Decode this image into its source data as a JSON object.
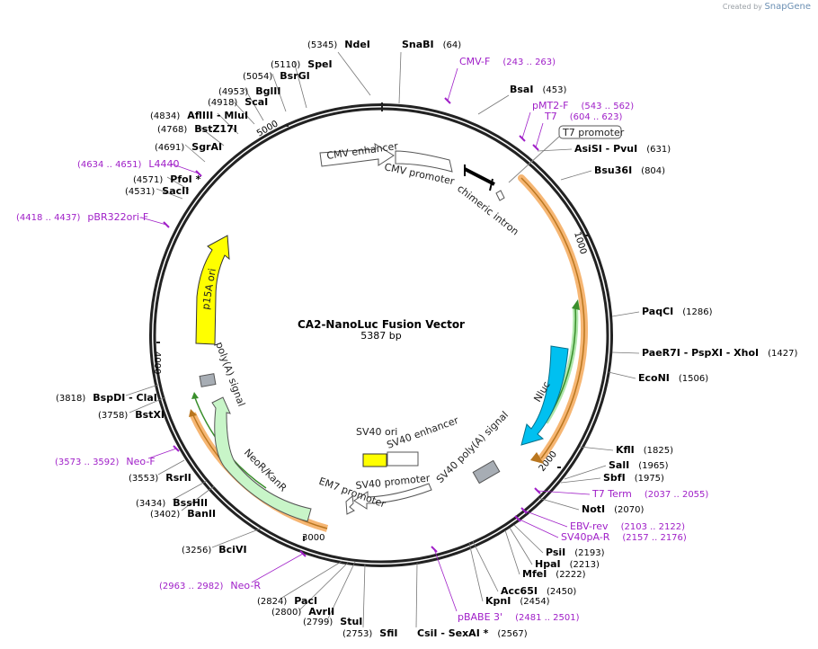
{
  "brand": {
    "created_by": "Created by",
    "name": "SnapGene"
  },
  "title": "CA2-NanoLuc Fusion Vector",
  "size": "5387 bp",
  "ticks": [
    "1000",
    "2000",
    "3000",
    "4000",
    "5000"
  ],
  "enzymes": [
    {
      "name": "NdeI",
      "pos": "(5345)"
    },
    {
      "name": "SnaBI",
      "pos": "(64)"
    },
    {
      "name": "BsaI",
      "pos": "(453)"
    },
    {
      "name": "AsiSI",
      "extra": "- PvuI",
      "pos": "(631)"
    },
    {
      "name": "Bsu36I",
      "pos": "(804)"
    },
    {
      "name": "PaqCI",
      "pos": "(1286)"
    },
    {
      "name": "PaeR7I",
      "extra": "- PspXI - XhoI",
      "pos": "(1427)"
    },
    {
      "name": "EcoNI",
      "pos": "(1506)"
    },
    {
      "name": "KflI",
      "pos": "(1825)"
    },
    {
      "name": "SalI",
      "pos": "(1965)"
    },
    {
      "name": "SbfI",
      "pos": "(1975)"
    },
    {
      "name": "NotI",
      "pos": "(2070)"
    },
    {
      "name": "PsiI",
      "pos": "(2193)"
    },
    {
      "name": "HpaI",
      "pos": "(2213)"
    },
    {
      "name": "MfeI",
      "pos": "(2222)"
    },
    {
      "name": "Acc65I",
      "pos": "(2450)"
    },
    {
      "name": "KpnI",
      "pos": "(2454)"
    },
    {
      "name": "CsiI",
      "extra": "- SexAI *",
      "pos": "(2567)"
    },
    {
      "name": "SfiI",
      "pos": "(2753)"
    },
    {
      "name": "StuI",
      "pos": "(2799)"
    },
    {
      "name": "AvrII",
      "pos": "(2800)"
    },
    {
      "name": "PacI",
      "pos": "(2824)"
    },
    {
      "name": "BciVI",
      "pos": "(3256)"
    },
    {
      "name": "BanII",
      "pos": "(3402)"
    },
    {
      "name": "BssHII",
      "pos": "(3434)"
    },
    {
      "name": "RsrII",
      "pos": "(3553)"
    },
    {
      "name": "BstXI",
      "pos": "(3758)"
    },
    {
      "name": "BspDI",
      "extra": "- ClaI",
      "pos": "(3818)"
    },
    {
      "name": "SacII",
      "pos": "(4531)"
    },
    {
      "name": "PfoI *",
      "pos": "(4571)"
    },
    {
      "name": "SgrAI",
      "pos": "(4691)"
    },
    {
      "name": "BstZ17I",
      "pos": "(4768)"
    },
    {
      "name": "AflIII",
      "extra": "- MluI",
      "pos": "(4834)"
    },
    {
      "name": "ScaI",
      "pos": "(4918)"
    },
    {
      "name": "BglII",
      "pos": "(4953)"
    },
    {
      "name": "BsrGI",
      "pos": "(5054)"
    },
    {
      "name": "SpeI",
      "pos": "(5110)"
    }
  ],
  "primers": [
    {
      "name": "CMV-F",
      "range": "(243 .. 263)"
    },
    {
      "name": "pMT2-F",
      "range": "(543 .. 562)"
    },
    {
      "name": "T7",
      "range": "(604 .. 623)"
    },
    {
      "name": "T7 Term",
      "range": "(2037 .. 2055)"
    },
    {
      "name": "EBV-rev",
      "range": "(2103 .. 2122)"
    },
    {
      "name": "SV40pA-R",
      "range": "(2157 .. 2176)"
    },
    {
      "name": "pBABE 3'",
      "range": "(2481 .. 2501)"
    },
    {
      "name": "Neo-R",
      "range": "(2963 .. 2982)"
    },
    {
      "name": "Neo-F",
      "range": "(3573 .. 3592)"
    },
    {
      "name": "pBR322ori-F",
      "range": "(4418 .. 4437)"
    },
    {
      "name": "L4440",
      "range": "(4634 .. 4651)"
    }
  ],
  "features": {
    "cmv_enhancer": "CMV enhancer",
    "cmv_promoter": "CMV promoter",
    "chimeric_intron": "chimeric intron",
    "t7_promoter": "T7 promoter",
    "nluc": "Nluc",
    "sv40_polya": "SV40 poly(A) signal",
    "sv40_ori": "SV40 ori",
    "sv40_enhancer": "SV40 enhancer",
    "sv40_promoter": "SV40 promoter",
    "em7_promoter": "EM7 promoter",
    "neor_kanr": "NeoR/KanR",
    "polya_signal": "poly(A) signal",
    "p15a_ori": "p15A ori"
  },
  "colors": {
    "backbone": "#222222",
    "primer": "#a020c8",
    "orf": "#f6b26b",
    "nluc": "#00c0f0",
    "neor": "#c8f5c8",
    "ori": "#ffff00",
    "gray_box": "#a7adb4"
  }
}
